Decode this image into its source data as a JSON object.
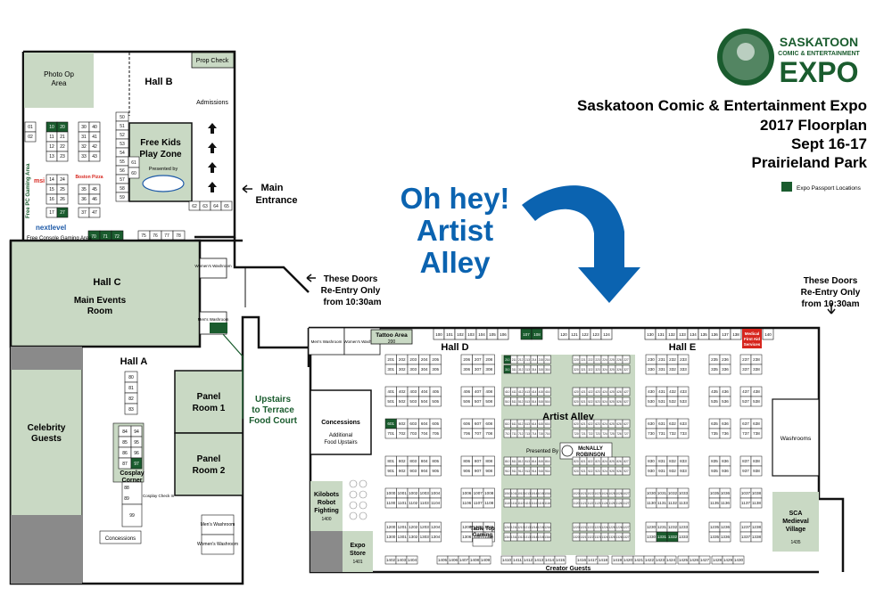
{
  "logo": {
    "line1": "SASKATOON",
    "line2": "COMIC & ENTERTAINMENT",
    "line3": "EXPO"
  },
  "title": {
    "line1": "Saskatoon Comic & Entertainment Expo",
    "line2": "2017 Floorplan",
    "line3": "Sept 16-17",
    "line4": "Prairieland Park"
  },
  "legend": {
    "label": "Expo Passport Locations"
  },
  "callout": {
    "line1": "Oh hey!",
    "line2": "Artist",
    "line3": "Alley"
  },
  "colors": {
    "green": "#1a5c2e",
    "light_green": "#c9d9c4",
    "grey": "#8a8a8a",
    "dark_grey": "#6e6e6e",
    "blue": "#0b63b0",
    "red": "#d7261e",
    "sage": "#a8c09c"
  },
  "labels": {
    "prop_check": "Prop Check",
    "photo_op": "Photo Op",
    "photo_op2": "Area",
    "hall_b": "Hall B",
    "admissions": "Admissions",
    "free_kids1": "Free Kids",
    "free_kids2": "Play Zone",
    "presented_by": "Presented by",
    "main_entrance1": "Main",
    "main_entrance2": "Entrance",
    "free_pc": "Free PC Gaming Area",
    "free_console": "Free Console Gaming Area",
    "nextlevel": "nextlevel",
    "msi": "msi",
    "boston_pizza": "Boston Pizza",
    "hall_c": "Hall C",
    "main_events1": "Main Events",
    "main_events2": "Room",
    "womens_washroom": "Women's Washroom",
    "mens_washroom": "Men's Washroom",
    "hall_a": "Hall A",
    "celebrity1": "Celebrity",
    "celebrity2": "Guests",
    "panel1a": "Panel",
    "panel1b": "Room 1",
    "panel2a": "Panel",
    "panel2b": "Room 2",
    "cosplay1": "Cosplay",
    "cosplay2": "Corner",
    "cosplay_checkin": "Cosplay Check In",
    "concessions": "Concessions",
    "upstairs1": "Upstairs",
    "upstairs2": "to Terrace",
    "upstairs3": "Food Court",
    "doors_left1": "These Doors",
    "doors_left2": "Re-Entry Only",
    "doors_left3": "from 10:30am",
    "doors_right1": "These Doors",
    "doors_right2": "Re-Entry Only",
    "doors_right3": "from 10:30am",
    "tattoo_area": "Tattoo Area",
    "tattoo_num": "200",
    "mens_wash_e": "Men's Washroom",
    "womens_wash_e": "Women's Washroom",
    "hall_d": "Hall D",
    "hall_e": "Hall E",
    "artist_alley": "Artist Alley",
    "presented_by2": "Presented By",
    "mcnally1": "McNALLY",
    "mcnally2": "ROBINSON",
    "concessions2": "Concessions",
    "additional1": "Additional",
    "additional2": "Food Upstairs",
    "kilobots1": "Kilobots",
    "kilobots2": "Robot",
    "kilobots3": "Fighting",
    "kilobots_num": "1400",
    "expo_store1": "Expo",
    "expo_store2": "Store",
    "expo_store_num": "1401",
    "table_top1": "Table Top",
    "table_top2": "Gaming",
    "creator_guests": "Creator Guests",
    "medical1": "Medical",
    "medical2": "First Aid",
    "medical3": "Services",
    "washrooms": "Washrooms",
    "sca1": "SCA",
    "sca2": "Medieval",
    "sca3": "Village",
    "sca_num": "1435"
  }
}
